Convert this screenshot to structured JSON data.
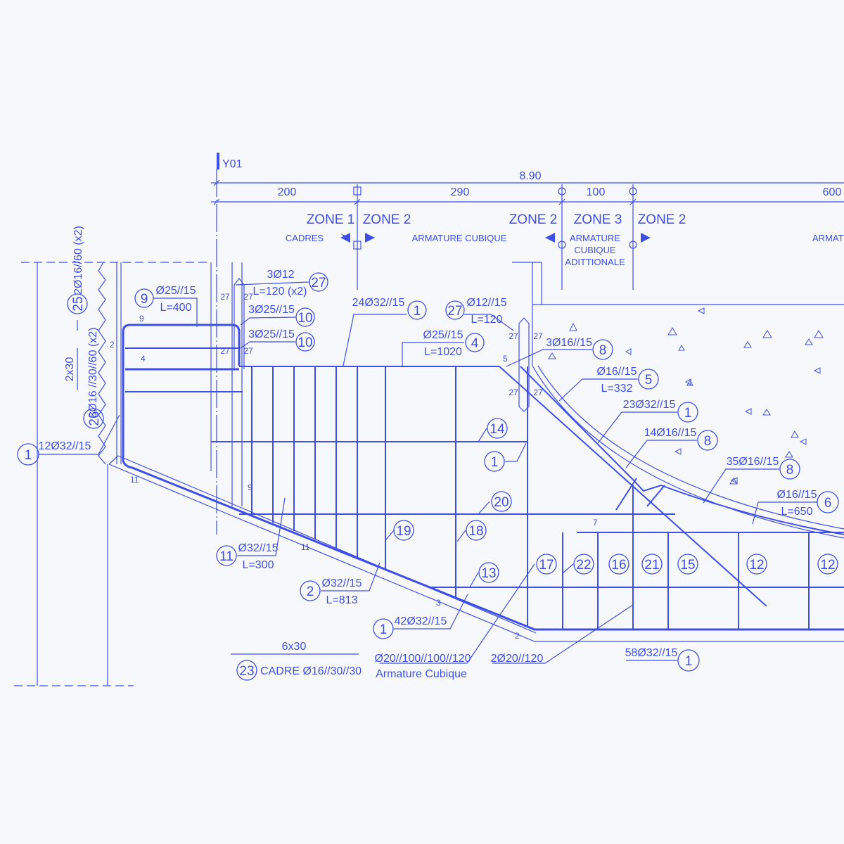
{
  "colors": {
    "background": "#f7f8fb",
    "line": "#3f4fe6"
  },
  "axis_label": "Y01",
  "dimensions": {
    "total": "8.90",
    "segments": [
      "200",
      "290",
      "100",
      "600"
    ]
  },
  "zones": [
    {
      "name": "ZONE 1",
      "desc": "CADRES"
    },
    {
      "name": "ZONE 2",
      "desc": "ARMATURE CUBIQUE"
    },
    {
      "name": "ZONE 2"
    },
    {
      "name": "ZONE 3",
      "desc_lines": [
        "ARMATURE",
        "CUBIQUE",
        "ADITTIONALE"
      ]
    },
    {
      "name": "ZONE 2",
      "desc": "ARMATU"
    }
  ],
  "callouts": {
    "c27a": {
      "num": "27",
      "l1": "3Ø12",
      "l2": "L=120 (x2)"
    },
    "c9": {
      "num": "9",
      "l1": "Ø25//15",
      "l2": "L=400"
    },
    "c10a": {
      "num": "10",
      "l1": "3Ø25//15"
    },
    "c10b": {
      "num": "10",
      "l1": "3Ø25//15"
    },
    "c1a": {
      "num": "1",
      "l1": "24Ø32//15"
    },
    "c27b": {
      "num": "27",
      "l1": "Ø12//15",
      "l2": "L=120"
    },
    "c4": {
      "num": "4",
      "l1": "Ø25//15",
      "l2": "L=1020"
    },
    "c8a": {
      "num": "8",
      "l1": "3Ø16//15"
    },
    "c5": {
      "num": "5",
      "l1": "Ø16//15",
      "l2": "L=332"
    },
    "c1b": {
      "num": "1",
      "l1": "23Ø32//15"
    },
    "c8b": {
      "num": "8",
      "l1": "14Ø16//15"
    },
    "c8c": {
      "num": "8",
      "l1": "35Ø16//15"
    },
    "c6": {
      "num": "6",
      "l1": "Ø16//15",
      "l2": "L=650"
    },
    "c1c": {
      "num": "1",
      "l1": "12Ø32//15"
    },
    "c11": {
      "num": "11",
      "l1": "Ø32//15",
      "l2": "L=300"
    },
    "c2": {
      "num": "2",
      "l1": "Ø32//15",
      "l2": "L=813"
    },
    "c1d": {
      "num": "1",
      "l1": "42Ø32//15"
    },
    "c1e": {
      "num": "1",
      "l1": "58Ø32//15"
    },
    "c23": {
      "num": "23",
      "l1": "CADRE Ø16//30//30",
      "dim": "6x30"
    },
    "c25": {
      "num": "25",
      "l1": "2Ø16//60 (x2)"
    },
    "c26": {
      "num": "26",
      "l1": "3Ø16 //30//60 (x2)",
      "dim": "2x30"
    }
  },
  "bubbles": [
    "14",
    "1",
    "20",
    "19",
    "18",
    "13",
    "17",
    "22",
    "16",
    "21",
    "15",
    "12",
    "12"
  ],
  "notes": {
    "cubic": "Ø20//100//100//120",
    "cubic_label": "Armature Cubique",
    "two_bars": "2Ø20//120"
  },
  "marks": {
    "cover27": "27",
    "m9": "9",
    "m4": "4",
    "m2": "2",
    "m5": "5",
    "m7": "7",
    "m11": "11",
    "m3": "3",
    "m2b": "2",
    "m9b": "9"
  }
}
